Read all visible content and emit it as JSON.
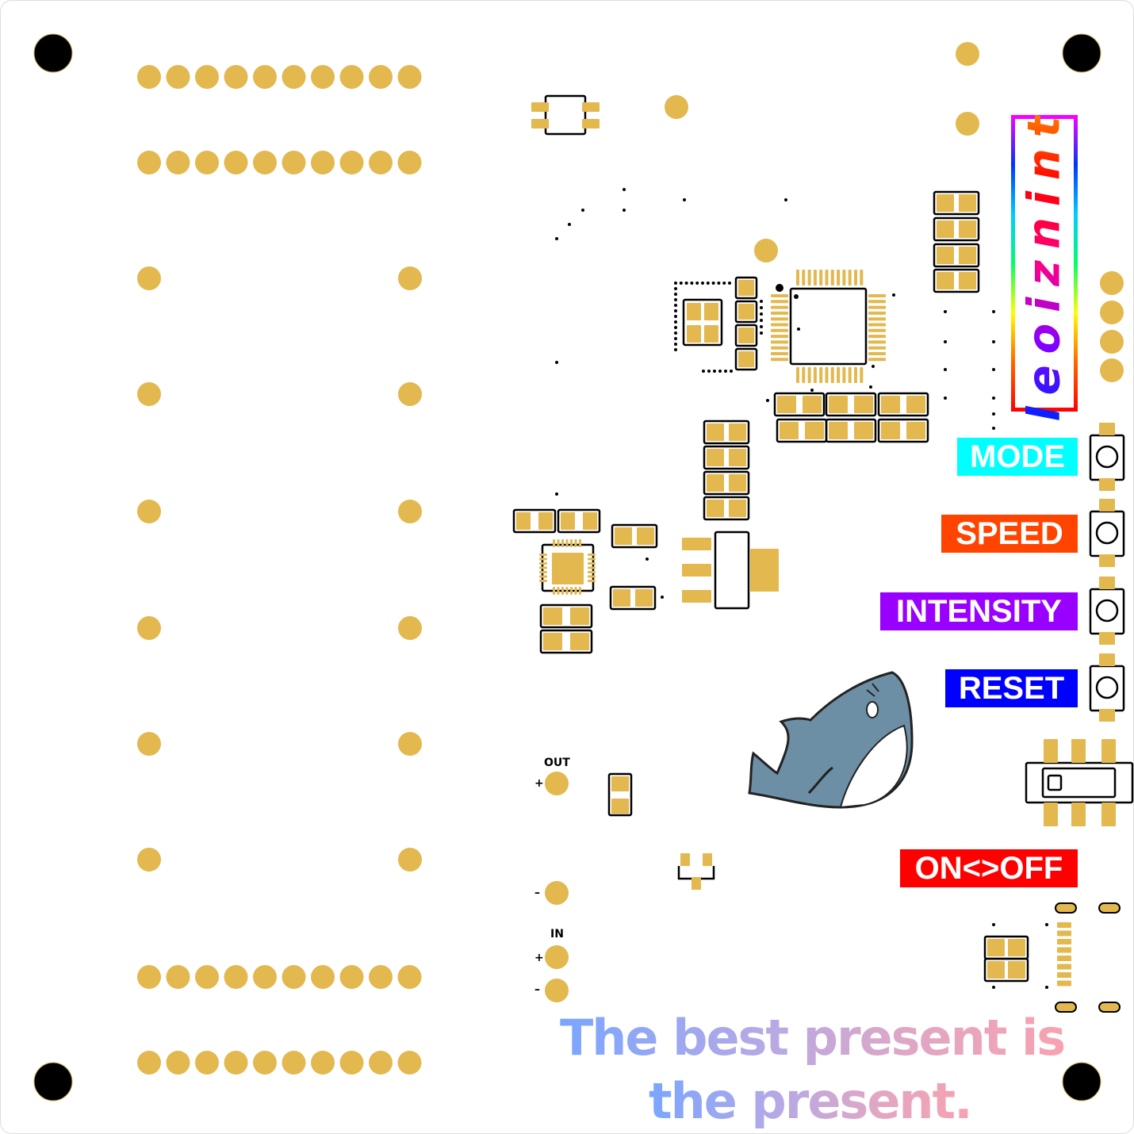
{
  "board": {
    "colors": {
      "background": "#ffffff",
      "pad": "#e2b84f",
      "silk": "#000000",
      "hole": "#000000"
    }
  },
  "brand": {
    "text": "leoiznint"
  },
  "buttons": [
    {
      "label": "MODE",
      "color": "#00ffff"
    },
    {
      "label": "SPEED",
      "color": "#ff4400"
    },
    {
      "label": "INTENSITY",
      "color": "#9900ff"
    },
    {
      "label": "RESET",
      "color": "#0000ff"
    }
  ],
  "switch": {
    "label": "ON<>OFF",
    "color": "#ff0000"
  },
  "power": {
    "out_label": "OUT",
    "in_label": "IN",
    "plus": "+",
    "minus": "–"
  },
  "slogan": {
    "line1": "The best present is",
    "line2": "the present."
  },
  "icons": {
    "mascot": "shark-icon"
  }
}
